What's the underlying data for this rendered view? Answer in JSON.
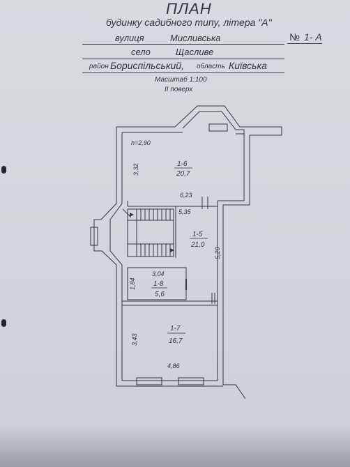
{
  "header": {
    "title": "ПЛАН",
    "subtitle": "будинку садибного типу, літера \"А\"",
    "street_label": "вулиця",
    "street_value": "Мисливська",
    "number_label": "№",
    "number_value": "1- А",
    "village_label": "село",
    "village_value": "Щасливе",
    "district_label": "район",
    "district_value": "Бориспільський,",
    "region_label": "область",
    "region_value": "Київська",
    "scale": "Масштаб  1:100",
    "floor": "ІІ поверх"
  },
  "rooms": [
    {
      "id": "1-6",
      "area": "20,7"
    },
    {
      "id": "1-5",
      "area": "21,0"
    },
    {
      "id": "1-8",
      "area": "5,6"
    },
    {
      "id": "1-7",
      "area": "16,7"
    }
  ],
  "dimensions": {
    "height": "h=2,90",
    "d1": "3,32",
    "d2": "6,23",
    "d3": "5,35",
    "d4": "5,20",
    "d5": "3,04",
    "d6": "1,84",
    "d7": "3,43",
    "d8": "4,86"
  },
  "colors": {
    "paper": "#d4d8de",
    "ink": "#2d3340",
    "background": "#5d5f66"
  }
}
